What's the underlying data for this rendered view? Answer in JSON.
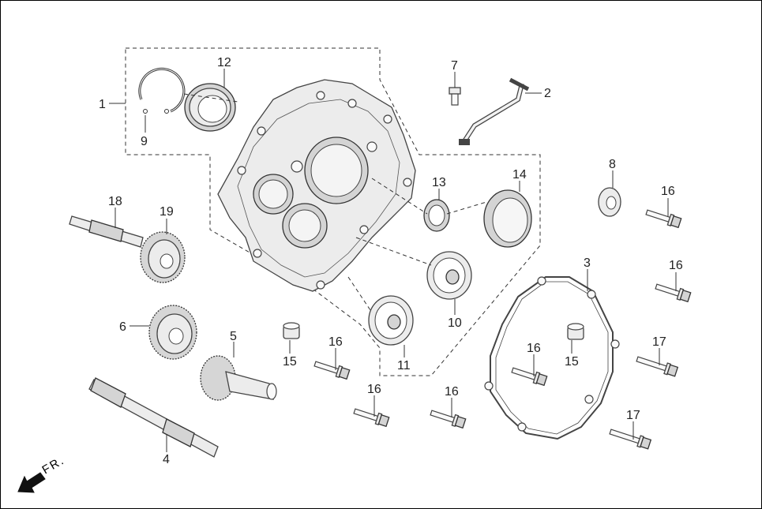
{
  "diagram": {
    "callouts": {
      "c1": "1",
      "c2": "2",
      "c3": "3",
      "c4": "4",
      "c5": "5",
      "c6": "6",
      "c7": "7",
      "c8": "8",
      "c9": "9",
      "c10": "10",
      "c11": "11",
      "c12": "12",
      "c13": "13",
      "c14": "14",
      "c15a": "15",
      "c15b": "15",
      "c16a": "16",
      "c16b": "16",
      "c16c": "16",
      "c16d": "16",
      "c16e": "16",
      "c16f": "16",
      "c17a": "17",
      "c17b": "17",
      "c18": "18",
      "c19": "19"
    },
    "direction_label": "FR."
  }
}
